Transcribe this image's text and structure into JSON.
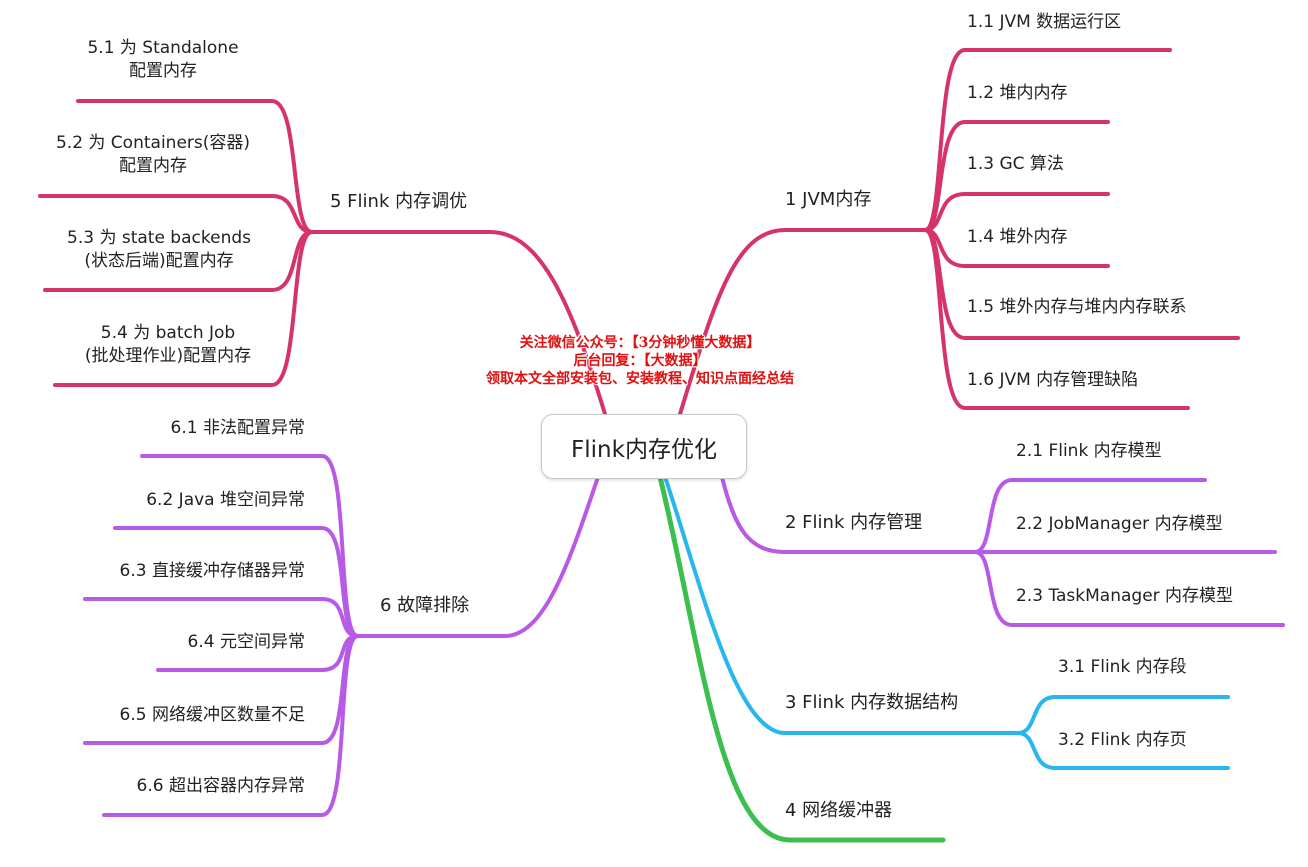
{
  "colors": {
    "branch1": "#d63468",
    "branch2": "#b75be6",
    "branch3": "#29b6f0",
    "branch4": "#3cbf4e",
    "branch5": "#d63468",
    "branch6": "#b75be6",
    "watermark": "#e01010"
  },
  "center": {
    "label": "Flink内存优化"
  },
  "watermark": {
    "line1": "关注微信公众号：【3分钟秒懂大数据】",
    "line2": "后台回复：【大数据】",
    "line3": "领取本文全部安装包、安装教程、知识点面经总结"
  },
  "branches": {
    "b1": {
      "label": "1 JVM内存",
      "children": [
        "1.1 JVM 数据运行区",
        "1.2 堆内内存",
        "1.3 GC 算法",
        "1.4 堆外内存",
        "1.5 堆外内存与堆内内存联系",
        "1.6 JVM 内存管理缺陷"
      ]
    },
    "b2": {
      "label": "2 Flink 内存管理",
      "children": [
        "2.1 Flink 内存模型",
        "2.2 JobManager 内存模型",
        "2.3 TaskManager 内存模型"
      ]
    },
    "b3": {
      "label": "3 Flink 内存数据结构",
      "children": [
        "3.1 Flink 内存段",
        "3.2 Flink 内存页"
      ]
    },
    "b4": {
      "label": "4 网络缓冲器"
    },
    "b5": {
      "label": "5 Flink 内存调优",
      "children": [
        {
          "line1": "5.1 为 Standalone",
          "line2": "配置内存"
        },
        {
          "line1": "5.2 为 Containers(容器)",
          "line2": "配置内存"
        },
        {
          "line1": "5.3  为 state backends",
          "line2": "(状态后端)配置内存"
        },
        {
          "line1": "5.4  为 batch Job",
          "line2": "(批处理作业)配置内存"
        }
      ]
    },
    "b6": {
      "label": "6 故障排除",
      "children": [
        "6.1 非法配置异常",
        "6.2 Java 堆空间异常",
        "6.3 直接缓冲存储器异常",
        "6.4 元空间异常",
        "6.5 网络缓冲区数量不足",
        "6.6 超出容器内存异常"
      ]
    }
  }
}
